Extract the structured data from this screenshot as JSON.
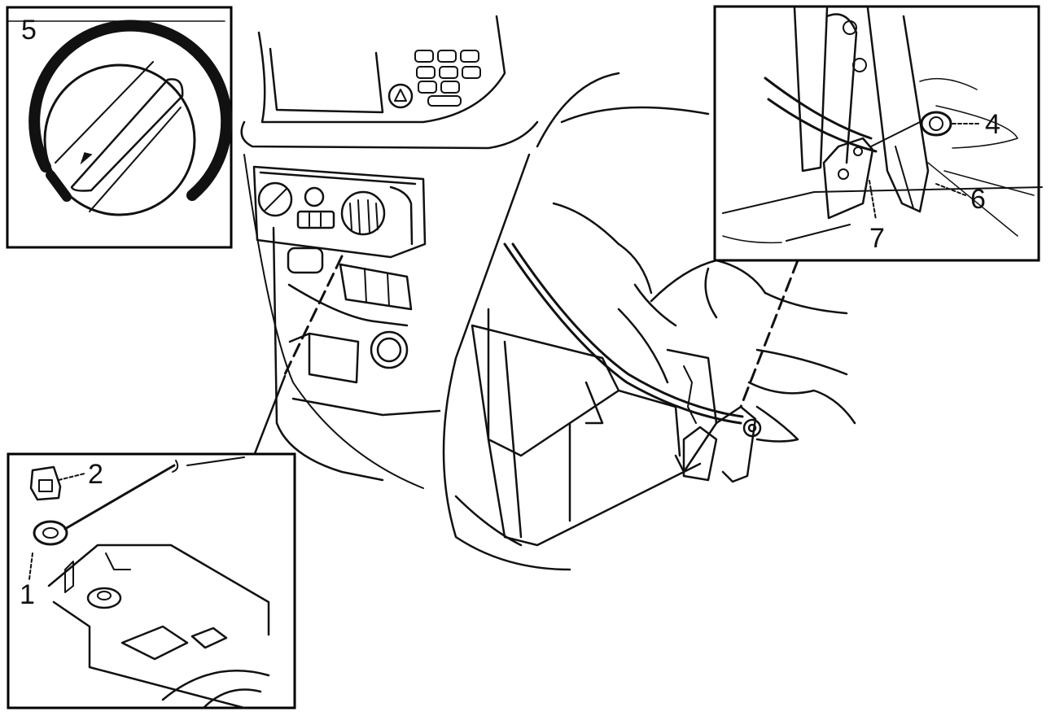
{
  "callouts": {
    "c1": "1",
    "c2": "2",
    "c4": "4",
    "c5": "5",
    "c6": "6",
    "c7": "7"
  },
  "colors": {
    "ink": "#111111",
    "background": "#ffffff"
  }
}
